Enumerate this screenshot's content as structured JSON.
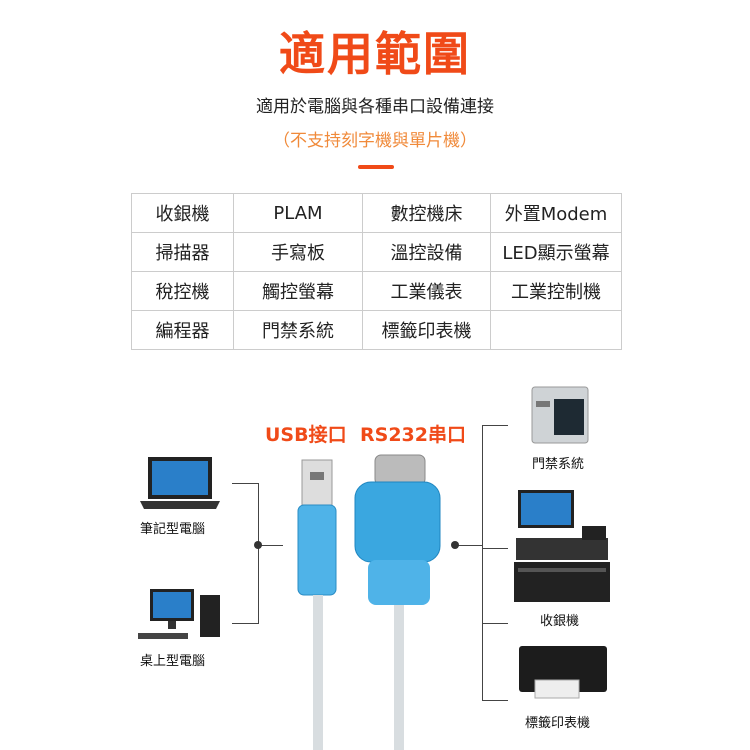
{
  "title": "適用範圍",
  "subtitle": "適用於電腦與各種串口設備連接",
  "note": "（不支持刻字機與單片機）",
  "table": [
    [
      "收銀機",
      "PLAM",
      "數控機床",
      "外置Modem"
    ],
    [
      "掃描器",
      "手寫板",
      "溫控設備",
      "LED顯示螢幕"
    ],
    [
      "稅控機",
      "觸控螢幕",
      "工業儀表",
      "工業控制機"
    ],
    [
      "編程器",
      "門禁系統",
      "標籤印表機",
      ""
    ]
  ],
  "diagram": {
    "usb_label": "USB接口",
    "rs232_label": "RS232串口",
    "left": [
      "筆記型電腦",
      "桌上型電腦"
    ],
    "right": [
      "門禁系統",
      "收銀機",
      "標籤印表機"
    ]
  },
  "colors": {
    "accent": "#f04a18",
    "note": "#f08a3a",
    "cable": "#3aa7e0"
  }
}
